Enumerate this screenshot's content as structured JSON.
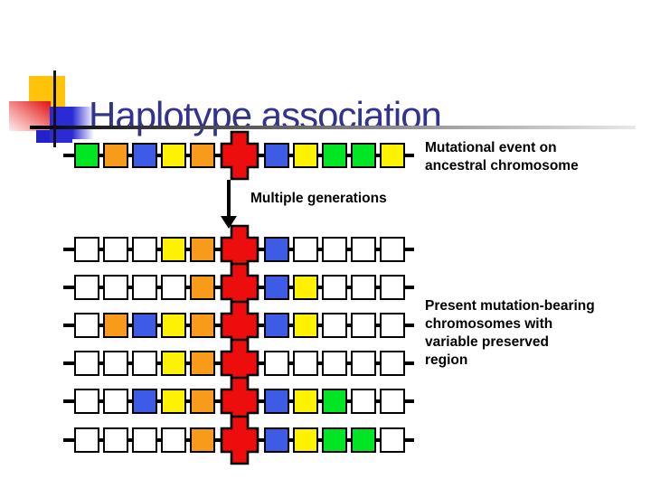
{
  "title": "Haplotype association",
  "labels": {
    "mutational_event": "Mutational event on\nancestral chromosome",
    "multiple_generations": "Multiple generations",
    "present_mutation": "Present mutation-bearing\nchromosomes with\nvariable preserved\nregion"
  },
  "colors": {
    "green": "#00E524",
    "orange": "#F89B1B",
    "blue": "#3D5BE5",
    "yellow": "#FFF200",
    "white": "#FFFFFF",
    "mutation_red": "#EE0D0D",
    "title_text": "#32328F"
  },
  "diagram": {
    "ancestral": {
      "segments": [
        "green",
        "orange",
        "blue",
        "yellow",
        "orange",
        "mutation",
        "blue",
        "yellow",
        "green",
        "green",
        "yellow"
      ]
    },
    "descendants": [
      {
        "segments": [
          "white",
          "white",
          "white",
          "yellow",
          "orange",
          "mutation",
          "blue",
          "white",
          "white",
          "white",
          "white"
        ]
      },
      {
        "segments": [
          "white",
          "white",
          "white",
          "white",
          "orange",
          "mutation",
          "blue",
          "yellow",
          "white",
          "white",
          "white"
        ]
      },
      {
        "segments": [
          "white",
          "orange",
          "blue",
          "yellow",
          "orange",
          "mutation",
          "blue",
          "yellow",
          "white",
          "white",
          "white"
        ]
      },
      {
        "segments": [
          "white",
          "white",
          "white",
          "yellow",
          "orange",
          "mutation",
          "white",
          "white",
          "white",
          "white",
          "white"
        ]
      },
      {
        "segments": [
          "white",
          "white",
          "blue",
          "yellow",
          "orange",
          "mutation",
          "blue",
          "yellow",
          "green",
          "white",
          "white"
        ]
      },
      {
        "segments": [
          "white",
          "white",
          "white",
          "white",
          "orange",
          "mutation",
          "blue",
          "yellow",
          "green",
          "green",
          "white"
        ]
      }
    ]
  }
}
